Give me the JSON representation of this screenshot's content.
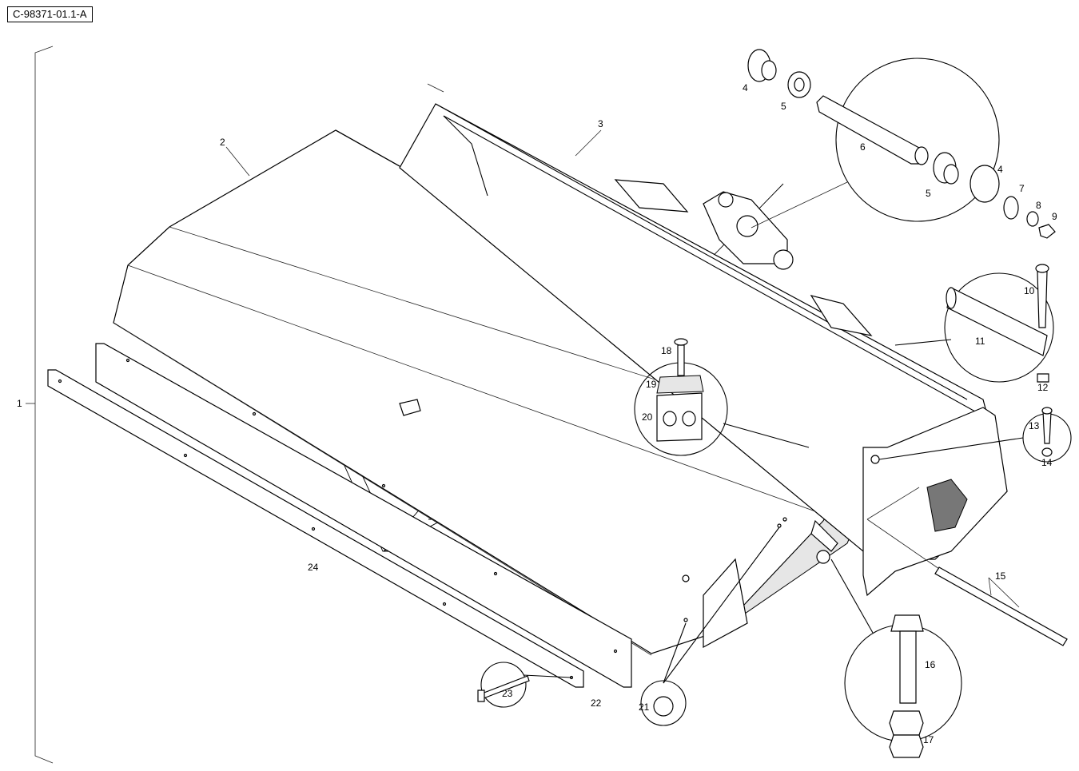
{
  "drawing": {
    "code": "C-98371-01.1-A"
  },
  "callouts": [
    {
      "id": "c1",
      "text": "1"
    },
    {
      "id": "c2",
      "text": "2"
    },
    {
      "id": "c3",
      "text": "3"
    },
    {
      "id": "c4a",
      "text": "4"
    },
    {
      "id": "c4b",
      "text": "4"
    },
    {
      "id": "c5a",
      "text": "5"
    },
    {
      "id": "c5b",
      "text": "5"
    },
    {
      "id": "c6",
      "text": "6"
    },
    {
      "id": "c7",
      "text": "7"
    },
    {
      "id": "c8",
      "text": "8"
    },
    {
      "id": "c9",
      "text": "9"
    },
    {
      "id": "c10",
      "text": "10"
    },
    {
      "id": "c11",
      "text": "11"
    },
    {
      "id": "c12",
      "text": "12"
    },
    {
      "id": "c13",
      "text": "13"
    },
    {
      "id": "c14",
      "text": "14"
    },
    {
      "id": "c15",
      "text": "15"
    },
    {
      "id": "c16",
      "text": "16"
    },
    {
      "id": "c17",
      "text": "17"
    },
    {
      "id": "c18",
      "text": "18"
    },
    {
      "id": "c19",
      "text": "19"
    },
    {
      "id": "c20",
      "text": "20"
    },
    {
      "id": "c21",
      "text": "21"
    },
    {
      "id": "c22",
      "text": "22"
    },
    {
      "id": "c23",
      "text": "23"
    },
    {
      "id": "c24",
      "text": "24"
    }
  ]
}
